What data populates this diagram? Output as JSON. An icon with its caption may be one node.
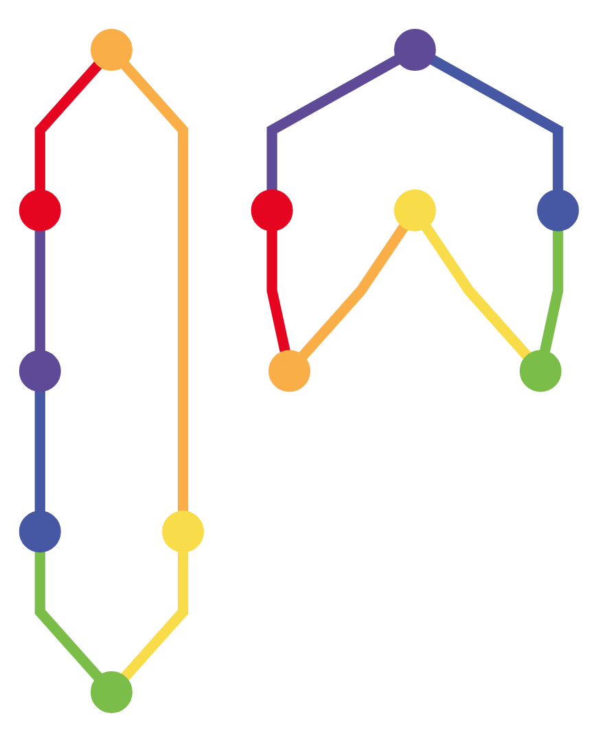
{
  "diagram": {
    "nodes": [
      {
        "text": [],
        "shape": "circle"
      },
      {
        "text": [],
        "shape": "circle"
      },
      {
        "text": [],
        "shape": "circle"
      },
      {
        "text": [],
        "shape": "circle"
      },
      {
        "text": [],
        "shape": "circle"
      },
      {
        "text": [],
        "shape": "circle"
      },
      {
        "text": [],
        "shape": "circle"
      },
      {
        "text": [],
        "shape": "circle"
      },
      {
        "text": [],
        "shape": "circle"
      },
      {
        "text": [],
        "shape": "circle"
      },
      {
        "text": [],
        "shape": "circle"
      },
      {
        "text": [],
        "shape": "circle"
      }
    ],
    "edges": [
      {
        "from": 0,
        "to": 1,
        "arrow": "none",
        "color": "#e60520"
      },
      {
        "from": 1,
        "to": 2,
        "arrow": "none",
        "color": "#5f4a98"
      },
      {
        "from": 2,
        "to": 4,
        "arrow": "none",
        "color": "#4658a4"
      },
      {
        "from": 0,
        "to": 5,
        "arrow": "none",
        "color": "#f9ae48"
      },
      {
        "from": 3,
        "to": 6,
        "arrow": "none",
        "color": "#5f4a98"
      },
      {
        "from": 3,
        "to": 8,
        "arrow": "none",
        "color": "#4658a4"
      },
      {
        "from": 4,
        "to": 7,
        "arrow": "none",
        "color": "#7abd48"
      },
      {
        "from": 5,
        "to": 7,
        "arrow": "none",
        "color": "#f9dc4a"
      },
      {
        "from": 6,
        "to": 10,
        "arrow": "none",
        "color": "#e60520"
      },
      {
        "from": 8,
        "to": 11,
        "arrow": "none",
        "color": "#7abd48"
      },
      {
        "from": 9,
        "to": 10,
        "arrow": "none",
        "color": "#f9ae48"
      },
      {
        "from": 9,
        "to": 11,
        "arrow": "none",
        "color": "#f9dc4a"
      }
    ]
  }
}
